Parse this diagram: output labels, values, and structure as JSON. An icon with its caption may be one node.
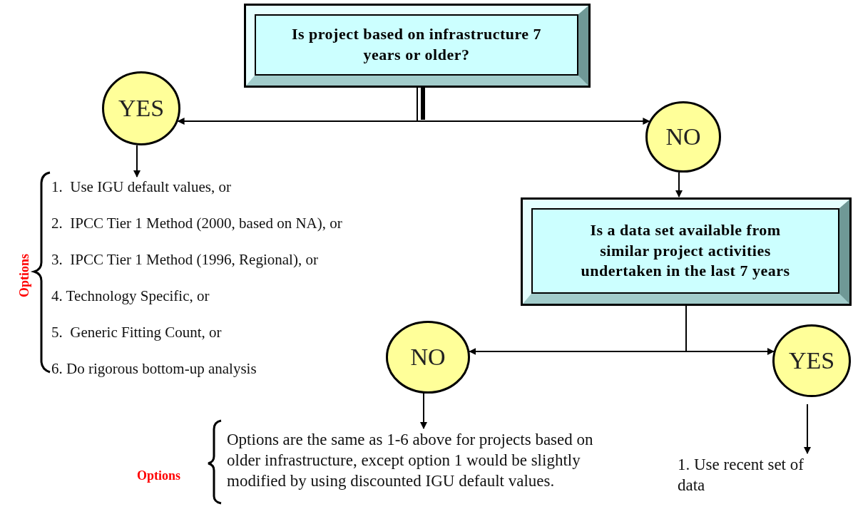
{
  "diagram": {
    "nodes": [
      {
        "text": [
          "Is project based on infrastructure 7 years or older?"
        ]
      },
      {
        "text": [
          "YES"
        ]
      },
      {
        "text": [
          "NO"
        ]
      },
      {
        "text": [
          "1.  Use IGU default values, or",
          "2.  IPCC Tier 1 Method (2000, based on NA), or",
          "3.  IPCC Tier 1 Method (1996, Regional), or",
          "4. Technology Specific, or",
          "5.  Generic Fitting Count, or",
          "6. Do rigorous bottom-up analysis"
        ]
      },
      {
        "text": [
          "Is a data set available from similar project activities undertaken in the last 7 years"
        ]
      },
      {
        "text": [
          "NO"
        ]
      },
      {
        "text": [
          "YES"
        ]
      },
      {
        "text": [
          "Options are the same as 1-6 above for projects based on older infrastructure, except option 1 would be slightly modified by using discounted IGU default values."
        ]
      },
      {
        "text": [
          "1. Use recent set of data"
        ]
      }
    ],
    "edges": [
      {
        "from": 0,
        "to": 1,
        "arrow": "to"
      },
      {
        "from": 0,
        "to": 2,
        "arrow": "to"
      },
      {
        "from": 1,
        "to": 3,
        "arrow": "to"
      },
      {
        "from": 2,
        "to": 4,
        "arrow": "to"
      },
      {
        "from": 4,
        "to": 5,
        "arrow": "to"
      },
      {
        "from": 4,
        "to": 6,
        "arrow": "to"
      },
      {
        "from": 5,
        "to": 7,
        "arrow": "to"
      },
      {
        "from": 6,
        "to": 8,
        "arrow": "to"
      }
    ],
    "labels": [
      "Options",
      "Options"
    ]
  }
}
